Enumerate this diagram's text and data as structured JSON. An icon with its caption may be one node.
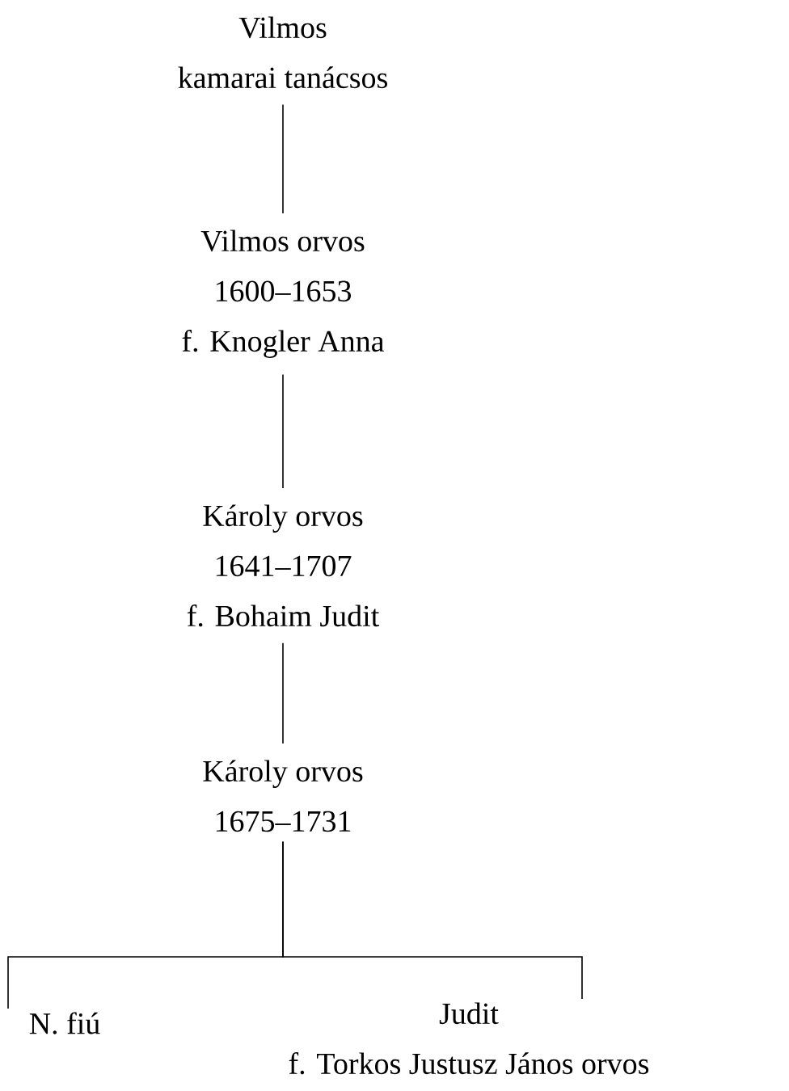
{
  "diagram": {
    "nodes": [
      {
        "text": [
          "Vilmos",
          "kamarai tanácsos"
        ]
      },
      {
        "text": [
          "Vilmos orvos",
          "1600–1653",
          "f. Knogler Anna"
        ]
      },
      {
        "text": [
          "Károly orvos",
          "1641–1707",
          "f. Bohaim Judit"
        ]
      },
      {
        "text": [
          "Károly orvos",
          "1675–1731"
        ]
      },
      {
        "text": [
          "N. fiú"
        ]
      },
      {
        "text": [
          "Judit",
          "f. Torkos Justusz János orvos"
        ]
      }
    ],
    "edges": [
      {
        "from": 0,
        "to": 1,
        "arrow": "none"
      },
      {
        "from": 1,
        "to": 2,
        "arrow": "none"
      },
      {
        "from": 2,
        "to": 3,
        "arrow": "none"
      },
      {
        "from": 3,
        "to": 4,
        "arrow": "none"
      },
      {
        "from": 3,
        "to": 5,
        "arrow": "none"
      }
    ]
  }
}
